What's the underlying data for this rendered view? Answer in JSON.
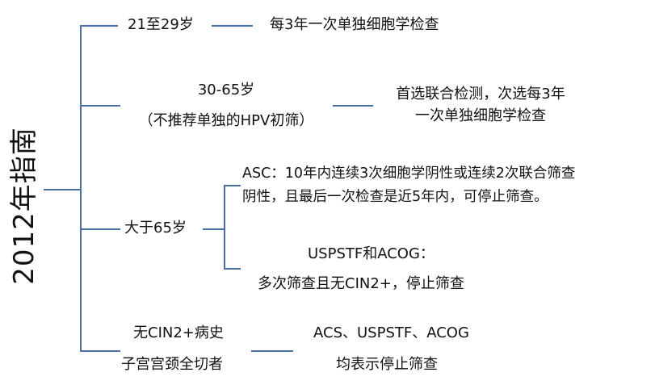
{
  "title": "2012年指南",
  "branches": [
    {
      "label": "21至29岁",
      "detail": "每3年一次单独细胞学检查"
    },
    {
      "label_line1": "30-65岁",
      "label_line2": "（不推荐单独的HPV初筛）",
      "detail_line1": "首选联合检测，次选每3年",
      "detail_line2": "一次单独细胞学检查"
    },
    {
      "label": "大于65岁",
      "asc_line1": "ASC：10年内连续3次细胞学阴性或连续2次联合筛查",
      "asc_line2": "阴性，且最后一次检查是近5年内，可停止筛查。",
      "uspstf_line1": "USPSTF和ACOG：",
      "uspstf_line2": "多次筛查且无CIN2+，停止筛查"
    },
    {
      "label_line1": "无CIN2+病史",
      "label_line2": "子宫宫颈全切者",
      "detail_line1": "ACS、USPSTF、ACOG",
      "detail_line2": "均表示停止筛查"
    }
  ],
  "colors": {
    "connector": "#4a6fa5",
    "text": "#111111"
  }
}
